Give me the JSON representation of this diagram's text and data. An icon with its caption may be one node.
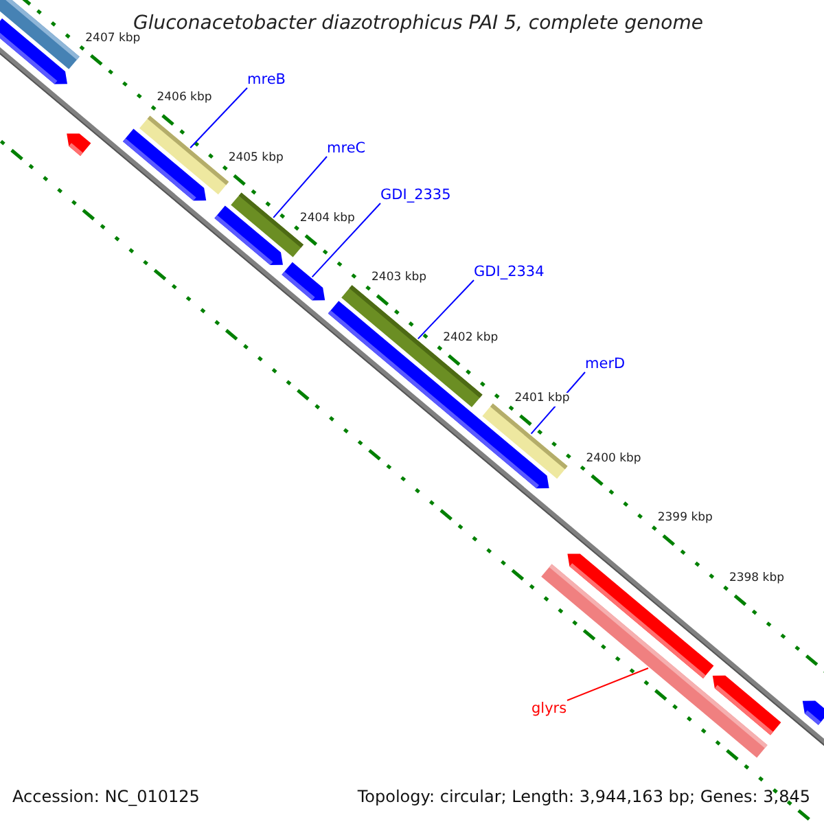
{
  "diagram": {
    "title": "Gluconacetobacter diazotrophicus PAI 5, complete genome",
    "nodes": [
      {
        "text": [
          "mreB"
        ]
      },
      {
        "text": [],
        "shape": "bar"
      },
      {
        "text": [
          "mreC"
        ]
      },
      {
        "text": [],
        "shape": "bar"
      },
      {
        "text": [
          "GDI_2335"
        ]
      },
      {
        "text": [],
        "shape": "bar"
      },
      {
        "text": [
          "GDI_2334"
        ]
      },
      {
        "text": [],
        "shape": "bar"
      },
      {
        "text": [
          "merD"
        ]
      },
      {
        "text": [],
        "shape": "bar"
      },
      {
        "text": [
          "glyrs"
        ]
      },
      {
        "text": [],
        "shape": "bar"
      },
      {
        "text": [],
        "shape": "bar"
      },
      {
        "text": [],
        "shape": "bar"
      },
      {
        "text": [],
        "shape": "bar"
      },
      {
        "text": [],
        "shape": "bar"
      },
      {
        "text": [],
        "shape": "bar"
      },
      {
        "text": [],
        "shape": "bar"
      },
      {
        "text": [],
        "shape": "bar"
      },
      {
        "text": [],
        "shape": "bar"
      },
      {
        "text": [],
        "shape": "bar"
      }
    ],
    "edges": [
      {
        "from": 0,
        "to": 1,
        "arrow": "none"
      },
      {
        "from": 2,
        "to": 3,
        "arrow": "none"
      },
      {
        "from": 4,
        "to": 5,
        "arrow": "none"
      },
      {
        "from": 6,
        "to": 7,
        "arrow": "none"
      },
      {
        "from": 8,
        "to": 9,
        "arrow": "none"
      },
      {
        "from": 10,
        "to": 11,
        "arrow": "none",
        "color": "#ff0000"
      }
    ],
    "labels": [
      "2407 kbp",
      "2406 kbp",
      "2405 kbp",
      "2404 kbp",
      "2403 kbp",
      "2402 kbp",
      "2401 kbp",
      "2400 kbp",
      "2399 kbp",
      "2398 kbp",
      "Accession: NC_010125",
      "Topology: circular; Length: 3,944,163 bp; Genes: 3,845"
    ]
  }
}
